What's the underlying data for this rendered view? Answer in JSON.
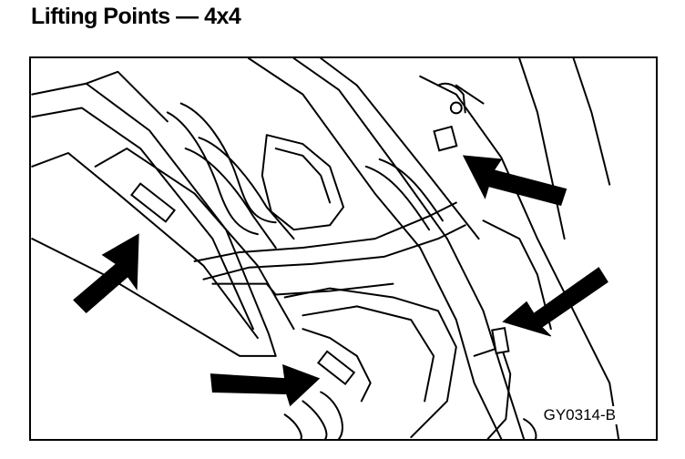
{
  "heading": {
    "title": "Lifting Points — 4x4"
  },
  "figure": {
    "code": "GY0314-B",
    "subject": "vehicle underbody line drawing",
    "callouts": [
      {
        "name": "arrow-front-right-lift-point"
      },
      {
        "name": "arrow-front-left-lift-point"
      },
      {
        "name": "arrow-rear-right-lift-point"
      },
      {
        "name": "arrow-rear-left-lift-point"
      }
    ],
    "colors": {
      "ink": "#000000",
      "paper": "#ffffff"
    }
  }
}
